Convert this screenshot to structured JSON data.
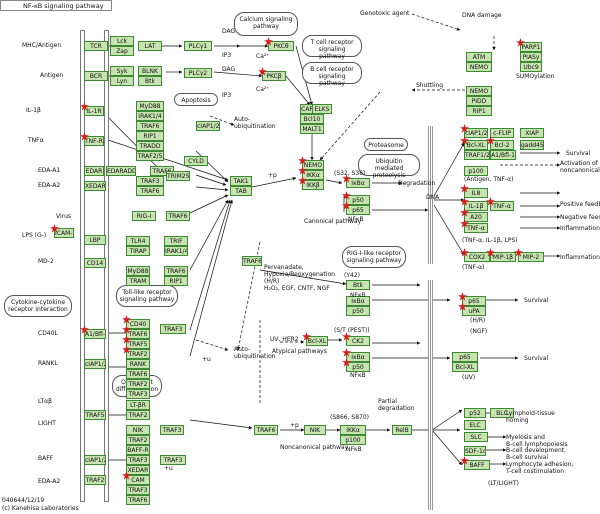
{
  "title": "NF-κB signaling pathway",
  "footer": {
    "id": "040644/12/19",
    "copyright": "(c) Kanehisa Laboratories"
  },
  "labels": {
    "mhc_antigen": "MHC/Antigen",
    "antigen": "Antigen",
    "il1b": "IL-1β",
    "tnfa": "TNFα",
    "eda_a1": "EDA-A1",
    "eda_a2": "EDA-A2",
    "virus": "Virus",
    "lps": "LPS (G-)",
    "md2": "MD-2",
    "cd40l": "CD40L",
    "rankl": "RANKL",
    "ltab": "LTαβ",
    "light": "LIGHT",
    "baff": "BAFF",
    "eda_a2b": "EDA-A2",
    "dag": "DAG",
    "ip3": "IP3",
    "dag2": "DAG",
    "ip3b": "IP3",
    "ca": "Ca²⁺",
    "ca2": "Ca²⁺",
    "genotoxic": "Genotoxic agent",
    "dna_damage": "DNA damage",
    "sumoylation": "SUMOylation",
    "shuttling": "Shuttling",
    "auto_ubiq": "Auto-\nubiquitination",
    "p_s32": "(S32, S36)",
    "degradation": "Degradation",
    "canonical": "Canonical pathway",
    "nfkb": "NFκB",
    "dna": "DNA",
    "survival": "Survival",
    "activation": "Activation of\nnoncanonical pathway",
    "antigen_tnfa": "(Antigen, TNF-α)",
    "positive": "Positive feedback",
    "negative": "Negative feedback",
    "inflammation": "Inflammation",
    "tnf_il1": "(TNF-α, IL-1β, LPS)",
    "inflammation2": "Inflammation",
    "tnf_a": "(TNF-α)",
    "pervanadate": "Pervanadate,\nHypoxia/Reoxygenation\n(H/R)\nH₂O₂, EGF, CNTF, NGF",
    "y42": "(Y42)",
    "uv_her2": "UV, HER2",
    "st": "(S/T (PEST))",
    "atypical": "Atypical pathways",
    "hr": "(H/R)",
    "ngf": "(NGF)",
    "uv": "(UV)",
    "survival2": "Survival",
    "survival3": "Survival",
    "auto_ubiq2": "Auto-\nubiquitination",
    "s866": "(S866, S870)",
    "partial": "Partial\ndegradation",
    "noncanonical": "Noncanonical pathway",
    "nfkb2": "NFκB",
    "nfkb3": "NFκB",
    "nfkb4": "NFκB",
    "lymphoid": "Lymphoid-tissue\nhoming",
    "myelo": "Myelosis and\nB-cell lymphopoiesis",
    "bcell": "B-cell development,\nB-cell survival",
    "lympho": "Lymphocyte adhesion,\nT-cell costimulation",
    "lt_light": "(LT/LIGHT)",
    "p": "+p",
    "p2": "+p",
    "u": "+u",
    "u2": "+u"
  },
  "pathways": {
    "calcium": "Calcium signaling\npathway",
    "tcell": "T cell receptor\nsignaling pathway",
    "bcell": "B cell receptor\nsignaling pathway",
    "apoptosis": "Apoptosis",
    "proteasome": "Proteasome",
    "ubiquitin": "Ubiquitin mediated\nproteolysis",
    "tlr": "Toll-like receptor\nsignaling pathway",
    "cytokine": "Cytokine-cytokine\nreceptor interaction",
    "osteoclast": "Osteoclast\ndifferentiation",
    "riglike": "RIG-I-like receptor\nsignaling pathway"
  },
  "boxes": [
    "TCR",
    "Lck",
    "Zap",
    "LAT",
    "PLCγ1",
    "PKCθ",
    "BCR",
    "Syk",
    "Lyn",
    "BLNK",
    "Btk",
    "PLCγ2",
    "PKCβ",
    "CARMA",
    "Bcl10",
    "MALT1",
    "IL-1R",
    "MyD88",
    "IRAK1/4",
    "TRAF6",
    "TNF-R1",
    "RIP1",
    "TRADD",
    "TRAF2/5",
    "cIAP1/2",
    "EDAR",
    "EDARADD",
    "TRAF6",
    "CYLD",
    "XEDAR",
    "TRAF3",
    "TRAF6",
    "TRIM25",
    "RIG-I",
    "TRAF6",
    "ELKS",
    "TAK1",
    "TAB",
    "NEMO",
    "IKKα",
    "IKKβ",
    "ATM",
    "NEMO",
    "PARP1",
    "PIASy",
    "Ubc9",
    "NEMO",
    "PIDD",
    "RIP1",
    "IκBα",
    "p50",
    "p65",
    "cIAP1/2",
    "c-FLIP",
    "XIAP",
    "Bcl-XL",
    "Bcl-2",
    "gadd45β",
    "TRAF1/2",
    "A1/Bfl-1",
    "p100",
    "IL8",
    "TNF-α",
    "IL-1β",
    "A20",
    "TNF-α",
    "COX2",
    "MIP-1β",
    "MIP-2",
    "ICAM-1",
    "LBP",
    "CD14",
    "TLR4",
    "TIRAP",
    "MyD88",
    "TRAM",
    "TRIF",
    "IRAK1/4",
    "TRAF6",
    "RIP1",
    "TRAF6",
    "Btk",
    "IκBα",
    "p50",
    "p65",
    "uPA",
    "Bcl-XL",
    "CK2",
    "IκBα",
    "p50",
    "p65",
    "Bcl-XL",
    "A1/Bfl-1",
    "CD40",
    "TRAF6",
    "TRAF5",
    "TRAF2",
    "TRAF3",
    "cIAP1/2",
    "RANK",
    "TRAF6",
    "TRAF2",
    "TRAF3",
    "TRAF5",
    "LT-βR",
    "TRAF2",
    "TRAF3",
    "NIK",
    "TRAF2",
    "TRAF3",
    "cIAP1/2",
    "BAFF-R",
    "TRAF3",
    "TRAF2",
    "XEDAR",
    "TRAF6",
    "NIK",
    "IKKα",
    "p100",
    "RelB",
    "p52",
    "BLC",
    "ELC",
    "SLC",
    "SDF-1α",
    "BAFF",
    "CAM",
    "TRAF3",
    "TRAF6",
    "TRAF5"
  ]
}
